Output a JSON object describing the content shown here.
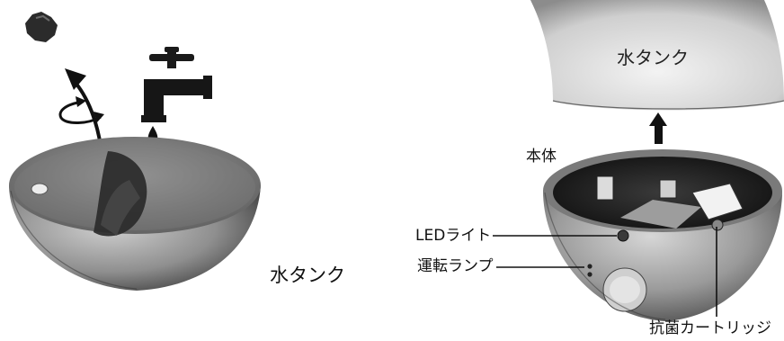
{
  "labels": {
    "left_tank": "水タンク",
    "right_tank": "水タンク",
    "main_body": "本体",
    "led_light": "LEDライト",
    "power_lamp": "運転ランプ",
    "antibacterial_cartridge": "抗菌カートリッジ"
  }
}
